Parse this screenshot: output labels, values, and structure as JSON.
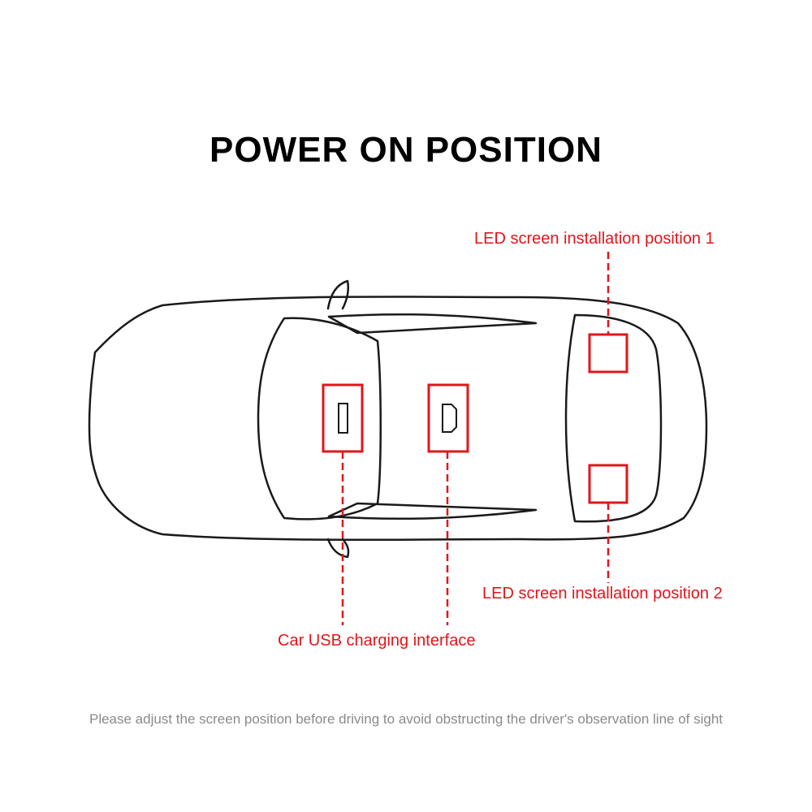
{
  "title": "POWER ON POSITION",
  "labels": {
    "led_position_1": "LED screen installation position 1",
    "led_position_2": "LED screen installation position 2",
    "usb_interface": "Car USB charging interface"
  },
  "footer": "Please adjust the screen position before driving to avoid obstructing the driver's observation line of sight",
  "colors": {
    "accent": "#e0161b",
    "outline": "#1a1a1a",
    "footer_text": "#8a8a8a",
    "background": "#ffffff"
  }
}
